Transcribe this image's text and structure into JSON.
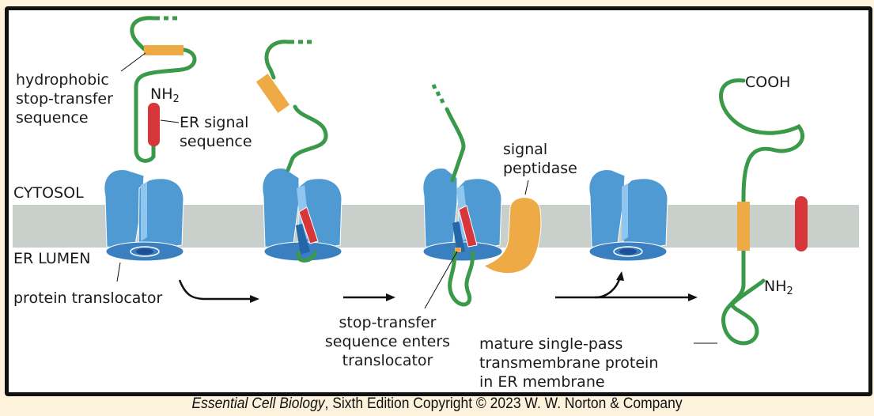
{
  "labels": {
    "cytosol": "CYTOSOL",
    "er_lumen": "ER LUMEN",
    "protein_translocator": "protein translocator",
    "hydrophobic": [
      "hydrophobic",
      "stop-transfer",
      "sequence"
    ],
    "nh2_main": "NH",
    "nh2_sub": "2",
    "er_signal": [
      "ER signal",
      "sequence"
    ],
    "signal_peptidase": [
      "signal",
      "peptidase"
    ],
    "stop_transfer_enters": [
      "stop-transfer",
      "sequence enters",
      "translocator"
    ],
    "cooh": "COOH",
    "nh2_final_main": "NH",
    "nh2_final_sub": "2",
    "mature_protein": [
      "mature single-pass",
      "transmembrane protein",
      "in ER membrane"
    ]
  },
  "caption": {
    "book_title": "Essential Cell Biology",
    "rest": ", Sixth Edition Copyright © 2023 W. W. Norton & Company"
  },
  "colors": {
    "membrane": "#c9d0cc",
    "translocator": "#509ad3",
    "translocator_dark": "#3a7fc0",
    "pore": "#1f4f9a",
    "chain": "#3b9a4a",
    "stop_transfer": "#eeab45",
    "signal_seq": "#d7373a",
    "peptidase": "#eeab45"
  }
}
